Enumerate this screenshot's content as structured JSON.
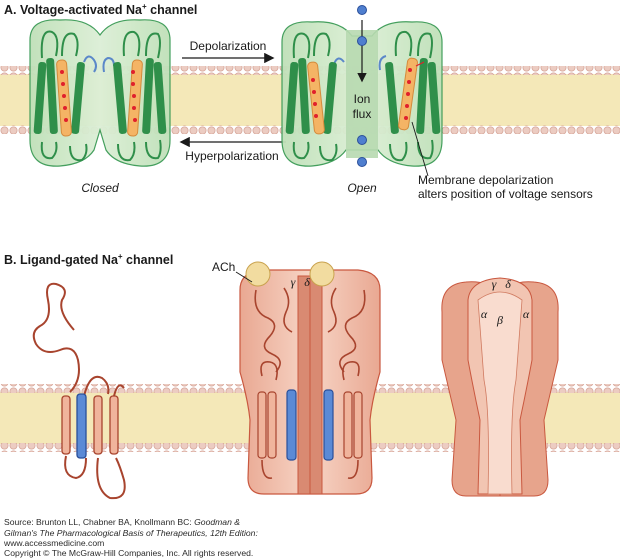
{
  "panel_a": {
    "title": "A. Voltage-activated Na",
    "title_sup": "+",
    "title_tail": " channel",
    "arrow_top_label": "Depolarization",
    "arrow_bottom_label": "Hyperpolarization",
    "closed_label": "Closed",
    "open_label": "Open",
    "ion_label_1": "Ion",
    "ion_label_2": "flux",
    "callout_line_1": "Membrane depolarization",
    "callout_line_2": "alters position of voltage sensors"
  },
  "panel_b": {
    "title": "B. Ligand-gated Na",
    "title_sup": "+",
    "title_tail": " channel",
    "ach_label": "ACh",
    "gamma_label": "γ",
    "delta_label": "δ",
    "alpha_label": "α",
    "beta_label": "β"
  },
  "source": {
    "line_1_pre": "Source: Brunton LL, Chabner BA, Knollmann BC: ",
    "line_1_italic": "Goodman &",
    "line_2_italic": "Gilman's The Pharmacological Basis of Therapeutics, 12th Edition:",
    "line_3": "www.accessmedicine.com",
    "copyright": "Copyright © The McGraw-Hill Companies, Inc. All rights reserved."
  },
  "colors": {
    "membrane": "#f4e8b8",
    "lipid_head": "#e9c2b6",
    "channel_green": "#cfe6c8",
    "channel_green_dark": "#2f8f4a",
    "helix_orange": "#f4b465",
    "charge_red": "#e0202c",
    "ion_blue": "#4f7fcf",
    "ligand_pink": "#f3c2ae",
    "ligand_outline": "#c9583f"
  }
}
